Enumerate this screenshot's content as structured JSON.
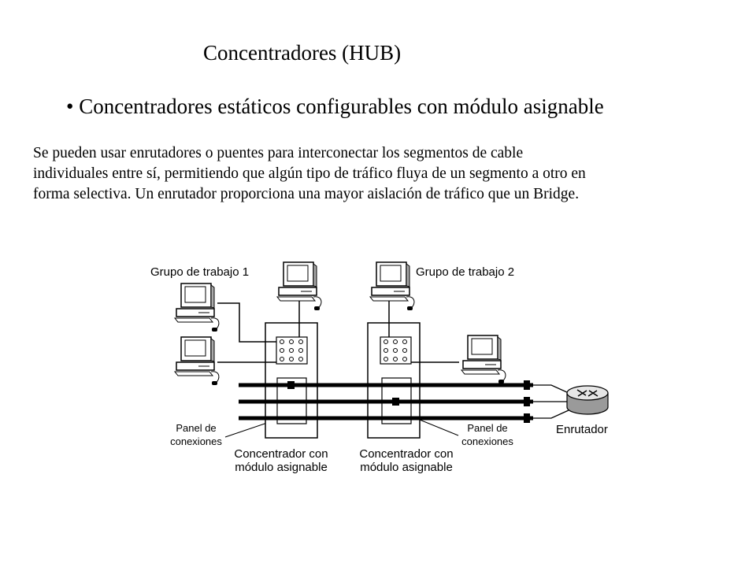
{
  "slide": {
    "title": "Concentradores (HUB)",
    "bullet_symbol": "•",
    "bullet": "Concentradores estáticos configurables con módulo asignable",
    "paragraph_lines": [
      "Se pueden usar enrutadores o puentes para interconectar los segmentos de cable",
      "individuales entre sí, permitiendo que algún tipo de tráfico fluya de un segmento a otro en",
      "forma selectiva. Un enrutador proporciona una mayor aislación de tráfico que un Bridge."
    ]
  },
  "diagram": {
    "labels": {
      "group1": "Grupo de trabajo 1",
      "group2": "Grupo de trabajo 2",
      "patch_panel_left": [
        "Panel de",
        "conexiones"
      ],
      "patch_panel_right": [
        "Panel de",
        "conexiones"
      ],
      "hub_left": [
        "Concentrador con",
        "módulo asignable"
      ],
      "hub_right": [
        "Concentrador con",
        "módulo asignable"
      ],
      "router": "Enrutador"
    }
  }
}
